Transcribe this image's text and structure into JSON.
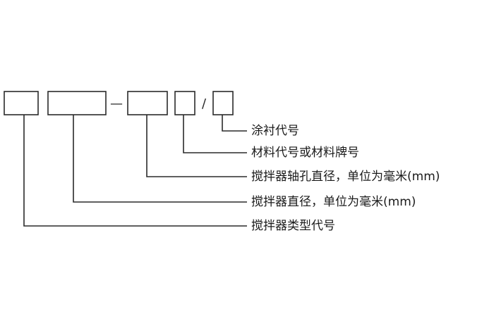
{
  "diagram": {
    "separators": [
      "—",
      "/"
    ],
    "labels": [
      "涂衬代号",
      "材料代号或材料牌号",
      "搅拌器轴孔直径，单位为毫米(mm)",
      "搅拌器直径，单位为毫米(mm)",
      "搅拌器类型代号"
    ]
  }
}
